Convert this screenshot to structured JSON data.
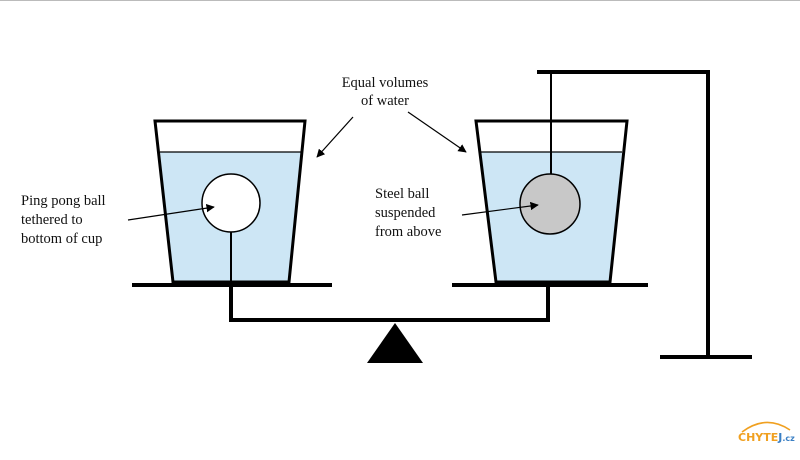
{
  "labels": {
    "top_line1": "Equal volumes",
    "top_line2": "of water",
    "left_line1": "Ping pong ball",
    "left_line2": "tethered to",
    "left_line3": "bottom of cup",
    "right_line1": "Steel ball",
    "right_line2": "suspended",
    "right_line3": "from above"
  },
  "watermark": {
    "text": "CHYTEJ.cz"
  },
  "colors": {
    "water": "#cde6f5",
    "steel_ball": "#c8c8c8",
    "ping_pong_ball": "#ffffff",
    "frame": "#000000",
    "watermark_orange": "#f0a020",
    "watermark_blue": "#3a7fc4"
  }
}
